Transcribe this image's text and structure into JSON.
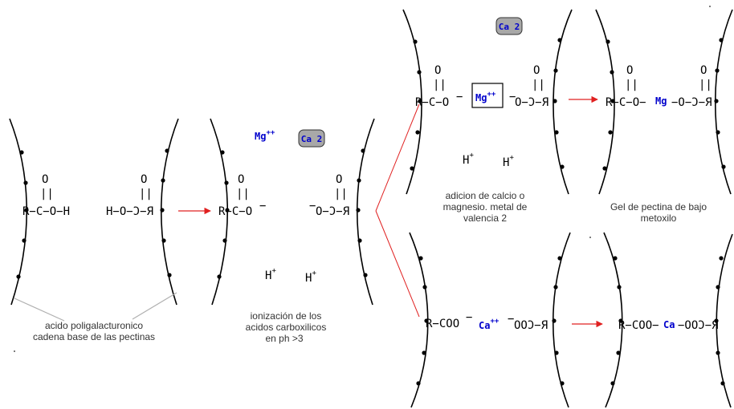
{
  "colors": {
    "ion_blue": "#0000cc",
    "arrow_red": "#e02020",
    "badge_gray": "#a8a8a8",
    "chain": "#000000",
    "caption": "#333333"
  },
  "structures": {
    "oxo": "O",
    "double_bond": "||",
    "acid_left": "R−C−O−H",
    "acid_right": "H−O−Ɔ−Я",
    "ionized_left": "R−C−O",
    "ionized_right": "O−Ɔ−Я",
    "minus": "−",
    "plus": "+",
    "mg_left": "R−C−O",
    "mg_right": "O−Ɔ−Я",
    "gel_mg": "R−C−O−",
    "gel_mg_right": "−O−Ɔ−Я",
    "coo_left": "R−COO",
    "coo_right": "OOƆ−Я",
    "ca_gel_left": "R−COO−",
    "ca_gel_right": "−OOƆ−Я"
  },
  "ions": {
    "mg": "Mg",
    "mg_charge": "++",
    "ca": "Ca",
    "ca_charge": "++",
    "ca_badge": "Ca 2",
    "h": "H",
    "h_charge": "+"
  },
  "captions": {
    "acid_line1": "acido poligalacturonico",
    "acid_line2": "cadena base de las pectinas",
    "ion_line1": "ionización de los",
    "ion_line2": "acidos carboxilicos",
    "ion_line3": "en  ph >3",
    "add_line1": "adicion de calcio o",
    "add_line2": "magnesio. metal de",
    "add_line3": "valencia 2",
    "gel_line1": "Gel de pectina de bajo",
    "gel_line2": "metoxilo"
  }
}
